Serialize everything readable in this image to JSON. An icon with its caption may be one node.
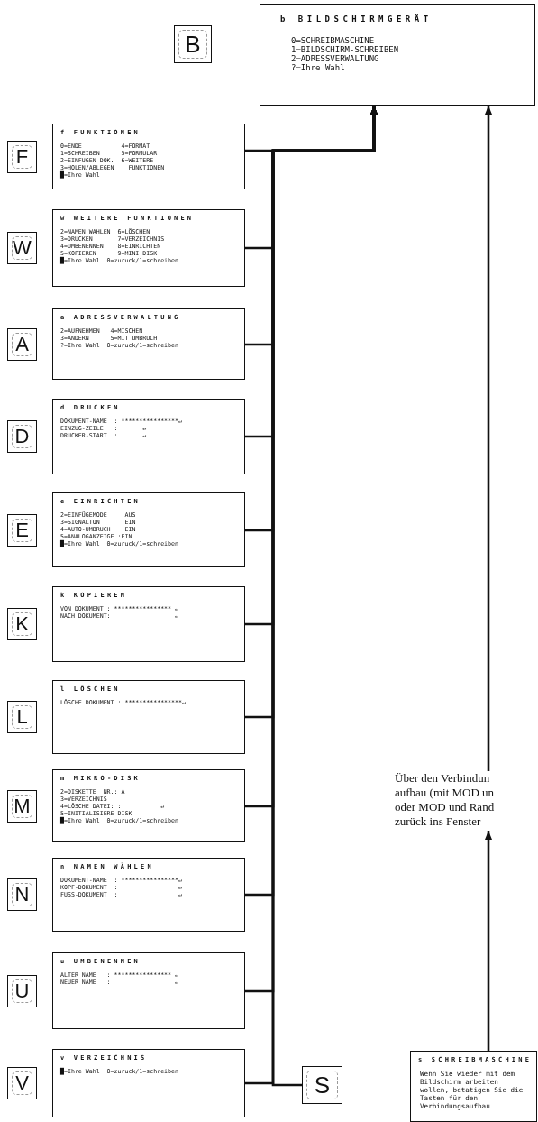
{
  "diagram": {
    "nodes": [
      {
        "text": [
          "B"
        ]
      },
      {
        "text": [
          "b BILDSCHIRMGERÄT",
          "0=SCHREIBMASCHINE",
          "1=BILDSCHIRM-SCHREIBEN",
          "2=ADRESSVERWALTUNG",
          "?=Ihre Wahl"
        ]
      },
      {
        "text": [
          "F"
        ]
      },
      {
        "text": [
          "f FUNKTIONEN",
          "0=ENDE           4=FORMAT",
          "1=SCHREIBEN      5=FORMULAR",
          "2=EINFUGEN DOK.  6=WEITERE",
          "3=HOLEN/ABLEGEN    FUNKTIONEN",
          "█=Ihre Wahl"
        ]
      },
      {
        "text": [
          "W"
        ]
      },
      {
        "text": [
          "w WEITERE FUNKTIONEN",
          "2=NAMEN WAHLEN  6=LÖSCHEN",
          "3=DRUCKEN       7=VERZEICHNIS",
          "4=UMBENENNEN    8=EINRICHTEN",
          "5=KOPIEREN      9=MINI DISK",
          "█=Ihre Wahl  0=zuruck/1=schreiben"
        ]
      },
      {
        "text": [
          "A"
        ]
      },
      {
        "text": [
          "a ADRESSVERWALTUNG",
          "2=AUFNEHMEN   4=MISCHEN",
          "3=ANDERN      5=MIT UMBRUCH",
          "?=Ihre Wahl  0=zuruck/1=schreiben"
        ]
      },
      {
        "text": [
          "D"
        ]
      },
      {
        "text": [
          "d DRUCKEN",
          "DOKUMENT-NAME  : ****************↵",
          "EINZUG-ZEILE   :       ↵",
          "DRUCKER-START  :       ↵"
        ]
      },
      {
        "text": [
          "E"
        ]
      },
      {
        "text": [
          "e EINRICHTEN",
          "2=EINFÜGEMODE    :AUS",
          "3=SIGNALTON      :EIN",
          "4=AUTO-UMBRUCH   :EIN",
          "5=ANALOGANZEIGE :EIN",
          "█=Ihre Wahl  0=zuruck/1=schreiben"
        ]
      },
      {
        "text": [
          "K"
        ]
      },
      {
        "text": [
          "k KOPIEREN",
          "VON DOKUMENT : **************** ↵",
          "NACH DOKUMENT:                  ↵"
        ]
      },
      {
        "text": [
          "L"
        ]
      },
      {
        "text": [
          "l LÖSCHEN",
          "LÖSCHE DOKUMENT : ****************↵"
        ]
      },
      {
        "text": [
          "M"
        ]
      },
      {
        "text": [
          "m MIKRO-DISK",
          "2=DISKETTE  NR.: A",
          "3=VERZEICHNIS",
          "4=LÖSCHE DATEI: :           ↵",
          "5=INITIALISIERE DISK",
          "█=Ihre Wahl  0=zuruck/1=schreiben"
        ]
      },
      {
        "text": [
          "N"
        ]
      },
      {
        "text": [
          "n NAMEN WÄHLEN",
          "DOKUMENT-NAME  : ****************↵",
          "KOPF-DOKUMENT  :                 ↵",
          "FUSS-DOKUMENT  :                 ↵"
        ]
      },
      {
        "text": [
          "U"
        ]
      },
      {
        "text": [
          "u UMBENENNEN",
          "ALTER NAME   : **************** ↵",
          "NEUER NAME   :                  ↵"
        ]
      },
      {
        "text": [
          "V"
        ]
      },
      {
        "text": [
          "v VERZEICHNIS",
          "█=Ihre Wahl  0=zuruck/1=schreiben"
        ]
      },
      {
        "text": [
          "S"
        ]
      },
      {
        "text": [
          "s SCHREIBMASCHINE",
          "Wenn Sie wieder mit dem Bildschirm arbeiten wollen, betatigen Sie die Tasten für den Verbindungsaufbau."
        ]
      },
      {
        "text": [
          "Über den Verbindun aufbau (mit MOD un oder MOD und Rand zurück ins Fenster"
        ]
      }
    ],
    "edges": [
      {
        "from": 3,
        "to": 1,
        "arrow": "to"
      },
      {
        "from": 5,
        "to": 1,
        "arrow": "to"
      },
      {
        "from": 7,
        "to": 1,
        "arrow": "to"
      },
      {
        "from": 9,
        "to": 1,
        "arrow": "to"
      },
      {
        "from": 11,
        "to": 1,
        "arrow": "to"
      },
      {
        "from": 13,
        "to": 1,
        "arrow": "to"
      },
      {
        "from": 15,
        "to": 1,
        "arrow": "to"
      },
      {
        "from": 17,
        "to": 1,
        "arrow": "to"
      },
      {
        "from": 19,
        "to": 1,
        "arrow": "to"
      },
      {
        "from": 21,
        "to": 1,
        "arrow": "to"
      },
      {
        "from": 23,
        "to": 1,
        "arrow": "to"
      },
      {
        "from": 24,
        "to": 1,
        "arrow": "to"
      },
      {
        "from": 25,
        "to": 26,
        "arrow": "to"
      },
      {
        "from": 26,
        "to": 1,
        "arrow": "to"
      }
    ]
  }
}
